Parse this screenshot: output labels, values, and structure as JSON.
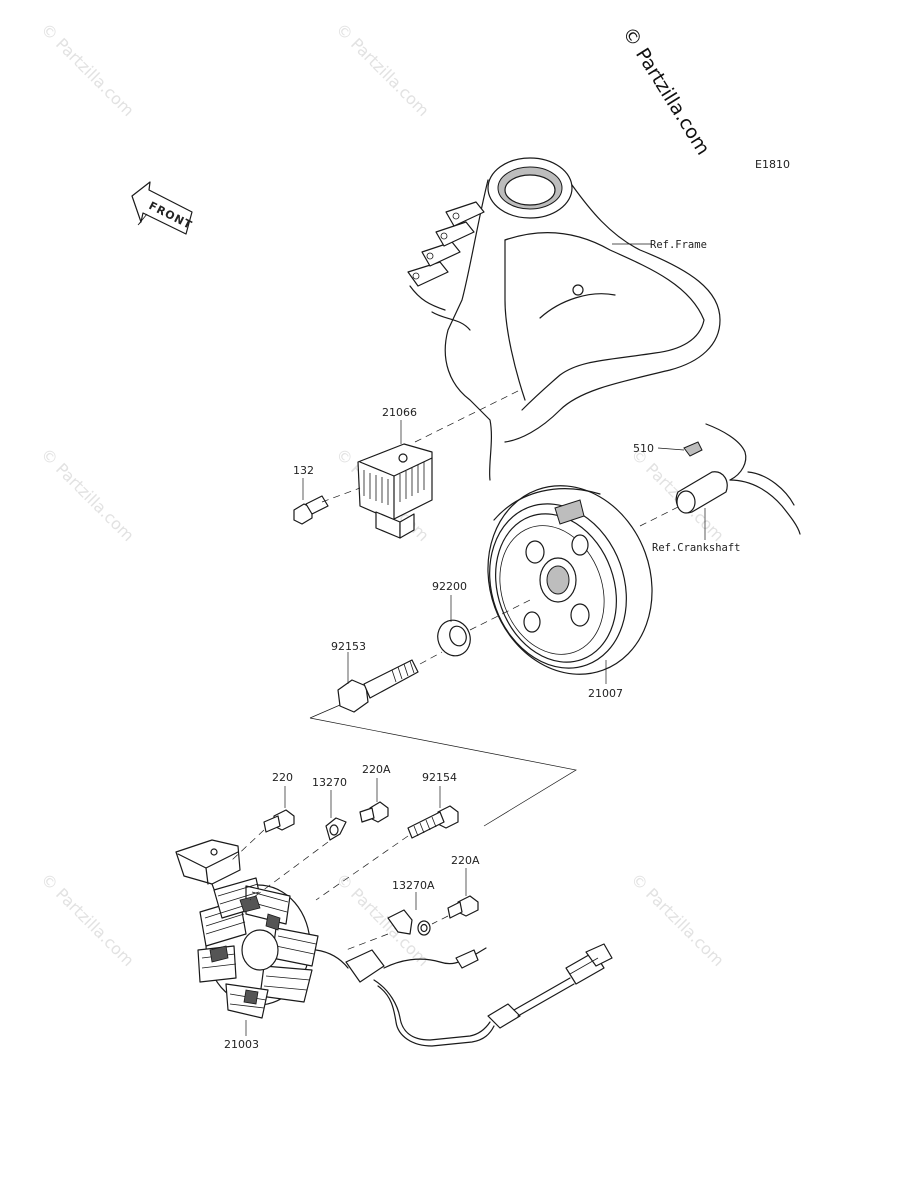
{
  "diagram": {
    "code": "E1810",
    "copyright": "© Partzilla.com",
    "watermark": "© Partzilla.com",
    "front_label": "FRONT",
    "refs": {
      "frame": "Ref.Frame",
      "crankshaft": "Ref.Crankshaft"
    },
    "parts": {
      "p21066": "21066",
      "p132": "132",
      "p510": "510",
      "p92200": "92200",
      "p92153": "92153",
      "p21007": "21007",
      "p220": "220",
      "p13270": "13270",
      "p220A_top": "220A",
      "p92154": "92154",
      "p13270A": "13270A",
      "p220A_mid": "220A",
      "p21003": "21003"
    }
  }
}
